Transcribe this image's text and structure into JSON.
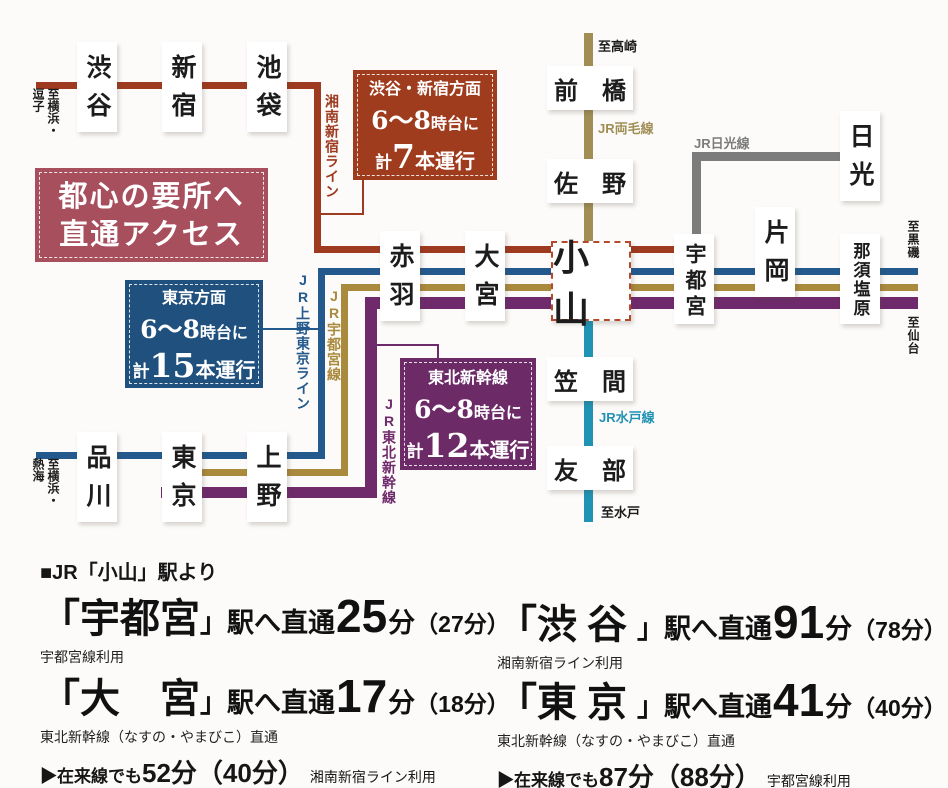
{
  "diagram": {
    "stations": {
      "shibuya": "渋谷",
      "shinjuku": "新宿",
      "ikebukuro": "池袋",
      "shinagawa": "品川",
      "tokyo": "東京",
      "ueno": "上野",
      "akabane": "赤羽",
      "omiya": "大宮",
      "oyama": "小山",
      "utsunomiya": "宇都宮",
      "kataoka": "片岡",
      "nasushiobara": "那須塩原",
      "maebashi": "前　橋",
      "sano": "佐　野",
      "nikko": "日光",
      "kasama": "笠　間",
      "tomobe": "友　部"
    },
    "lines": {
      "shonan_shinjuku": {
        "label": "湘南新宿ライン",
        "color": "#9d3a1f"
      },
      "ueno_tokyo": {
        "label": "JR上野東京ライン",
        "color": "#23598c"
      },
      "utsunomiya_line": {
        "label": "JR宇都宮線",
        "color": "#aa8a3d"
      },
      "tohoku_shinkansen": {
        "label": "JR東北新幹線",
        "color": "#6f2a6c"
      },
      "ryomo": {
        "label": "JR両毛線",
        "color": "#a08e55"
      },
      "nikko_line": {
        "label": "JR日光線",
        "color": "#7c7c7c"
      },
      "mito_line": {
        "label": "JR水戸線",
        "color": "#2092b4"
      }
    },
    "edges": {
      "yokohama_zushi": {
        "l1": "至横浜・",
        "l2": "逗子"
      },
      "yokohama_atami": {
        "l1": "至横浜・",
        "l2": "熱海"
      },
      "takasaki": "至高崎",
      "kuroiso": "至黒磯",
      "sendai": "至仙台",
      "mito": "至水戸"
    },
    "title_box": {
      "line1": "都心の要所へ",
      "line2": "直通アクセス",
      "color": "#a84f5e"
    },
    "callouts": {
      "shonan": {
        "heading": "渋谷・新宿方面",
        "time_big": "6〜8",
        "time_small": "時台に",
        "count_pre": "計",
        "count": "7",
        "count_post": "本運行",
        "color": "#9f3c1d"
      },
      "tokyo": {
        "heading": "東京方面",
        "time_big": "6〜8",
        "time_small": "時台に",
        "count_pre": "計",
        "count": "15",
        "count_post": "本運行",
        "color": "#20507e"
      },
      "shinkansen": {
        "heading": "東北新幹線",
        "time_big": "6〜8",
        "time_small": "時台に",
        "count_pre": "計",
        "count": "12",
        "count_post": "本運行",
        "color": "#6c2a67"
      }
    }
  },
  "access": {
    "heading": "■JR「小山」駅より",
    "bracket_open": "「",
    "dest1": {
      "name": "宇都宮",
      "mid": "」駅へ直通",
      "minutes": "25",
      "unit": "分",
      "paren": "（27分）",
      "note": "宇都宮線利用"
    },
    "dest2": {
      "name": "渋谷",
      "mid": "」駅へ直通",
      "minutes": "91",
      "unit": "分",
      "paren": "（78分）",
      "note": "湘南新宿ライン利用"
    },
    "dest3": {
      "name": "大　宮",
      "mid": "」駅へ直通",
      "minutes": "17",
      "unit": "分",
      "paren": "（18分）",
      "note": "東北新幹線（なすの・やまびこ）直通",
      "local_pre": "▶在来線でも",
      "local_big": "52分（40分）",
      "local_note": "湘南新宿ライン利用"
    },
    "dest4": {
      "name": "東京",
      "mid": "」駅へ直通",
      "minutes": "41",
      "unit": "分",
      "paren": "（40分）",
      "note": "東北新幹線（なすの・やまびこ）直通",
      "local_pre": "▶在来線でも",
      "local_big": "87分（88分）",
      "local_note": "宇都宮線利用"
    }
  }
}
